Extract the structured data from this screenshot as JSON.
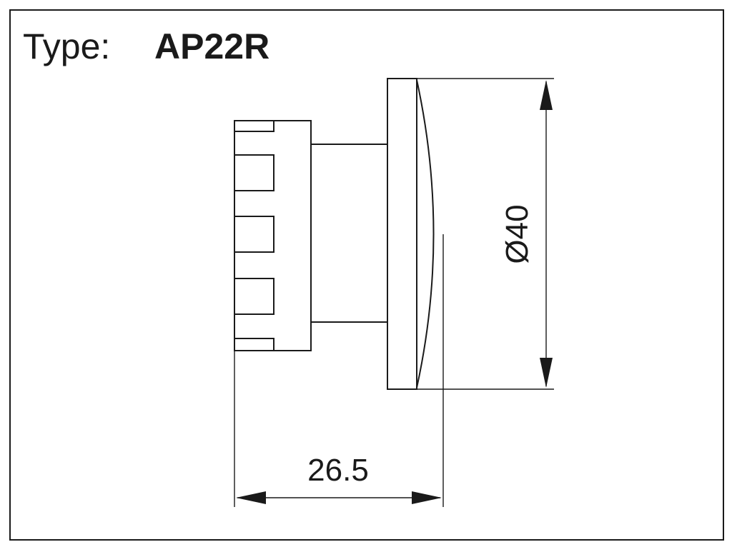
{
  "header": {
    "type_label": "Type:",
    "type_value": "AP22R"
  },
  "dimensions": {
    "diameter": "Ø40",
    "length": "26.5"
  },
  "colors": {
    "line": "#1a1a1a",
    "background": "#ffffff"
  }
}
